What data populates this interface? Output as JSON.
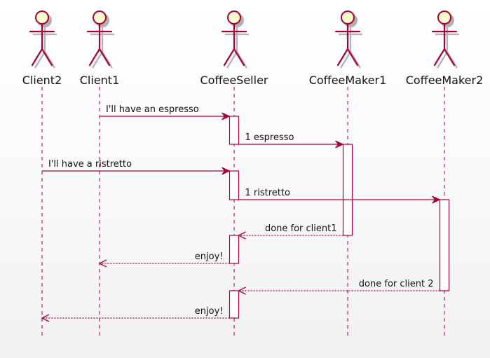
{
  "colors": {
    "line": "#a80036",
    "actor_fill": "#fefece",
    "actor_shadow": "#b0b0b8"
  },
  "participants": [
    {
      "id": "client2",
      "name": "Client2"
    },
    {
      "id": "client1",
      "name": "Client1"
    },
    {
      "id": "coffeeseller",
      "name": "CoffeeSeller"
    },
    {
      "id": "coffeemaker1",
      "name": "CoffeeMaker1"
    },
    {
      "id": "coffeemaker2",
      "name": "CoffeeMaker2"
    }
  ],
  "messages": [
    {
      "from": "client1",
      "to": "coffeeseller",
      "label": "I'll have an espresso",
      "style": "solid"
    },
    {
      "from": "coffeeseller",
      "to": "coffeemaker1",
      "label": "1 espresso",
      "style": "solid"
    },
    {
      "from": "client2",
      "to": "coffeeseller",
      "label": "I'll have a ristretto",
      "style": "solid"
    },
    {
      "from": "coffeeseller",
      "to": "coffeemaker2",
      "label": "1 ristretto",
      "style": "solid"
    },
    {
      "from": "coffeemaker1",
      "to": "coffeeseller",
      "label": "done for client1",
      "style": "dotted"
    },
    {
      "from": "coffeeseller",
      "to": "client1",
      "label": "enjoy!",
      "style": "dotted"
    },
    {
      "from": "coffeemaker2",
      "to": "coffeeseller",
      "label": "done for client 2",
      "style": "dotted"
    },
    {
      "from": "coffeeseller",
      "to": "client2",
      "label": "enjoy!",
      "style": "dotted"
    }
  ]
}
